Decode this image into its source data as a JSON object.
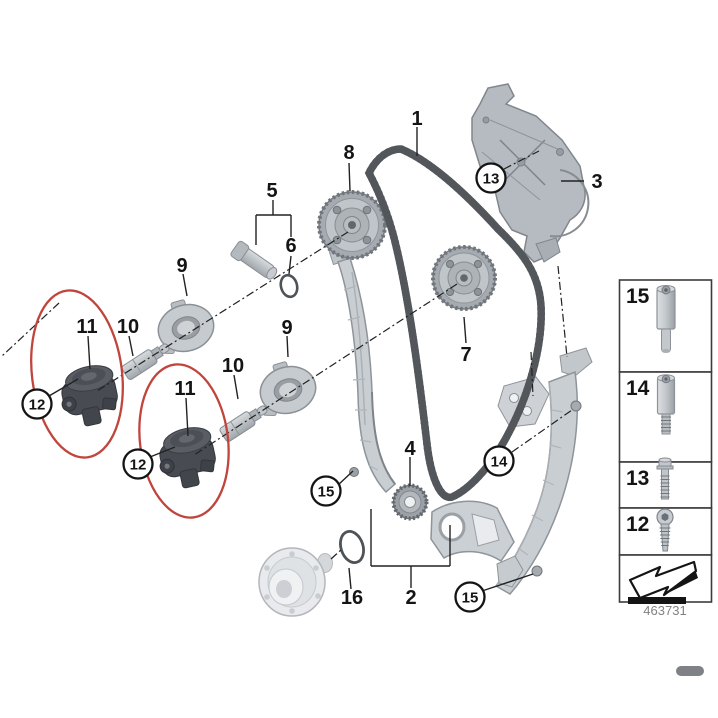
{
  "diagram": {
    "type": "exploded-parts-diagram",
    "subject": "engine-timing-chain-assembly",
    "code": "463731",
    "background": "#ffffff"
  },
  "colors": {
    "highlight_red": "#c0453d",
    "leader_line": "#222222",
    "metal_light": "#c9ced2",
    "metal_dark": "#9aa0a6",
    "solenoid_dark": "#464a50",
    "chain": "#53575b",
    "legend_code_gray": "#828282"
  },
  "callouts": {
    "l1": "1",
    "l2": "2",
    "l3": "3",
    "l4": "4",
    "l5": "5",
    "l6": "6",
    "l7": "7",
    "l8": "8",
    "l9a": "9",
    "l9b": "9",
    "l10a": "10",
    "l10b": "10",
    "l11a": "11",
    "l11b": "11",
    "l16": "16",
    "c12a": "12",
    "c12b": "12",
    "c13": "13",
    "c14": "14",
    "c15a": "15",
    "c15b": "15"
  },
  "legend": {
    "items": [
      {
        "label": "15",
        "icon": "stud-long-icon"
      },
      {
        "label": "14",
        "icon": "stud-short-icon"
      },
      {
        "label": "13",
        "icon": "flange-bolt-icon"
      },
      {
        "label": "12",
        "icon": "torx-screw-icon"
      },
      {
        "label": "",
        "icon": "direction-arrow-icon"
      }
    ],
    "code": "463731"
  },
  "highlights": {
    "shape": "ellipse",
    "count": 2,
    "color": "#c0453d"
  }
}
